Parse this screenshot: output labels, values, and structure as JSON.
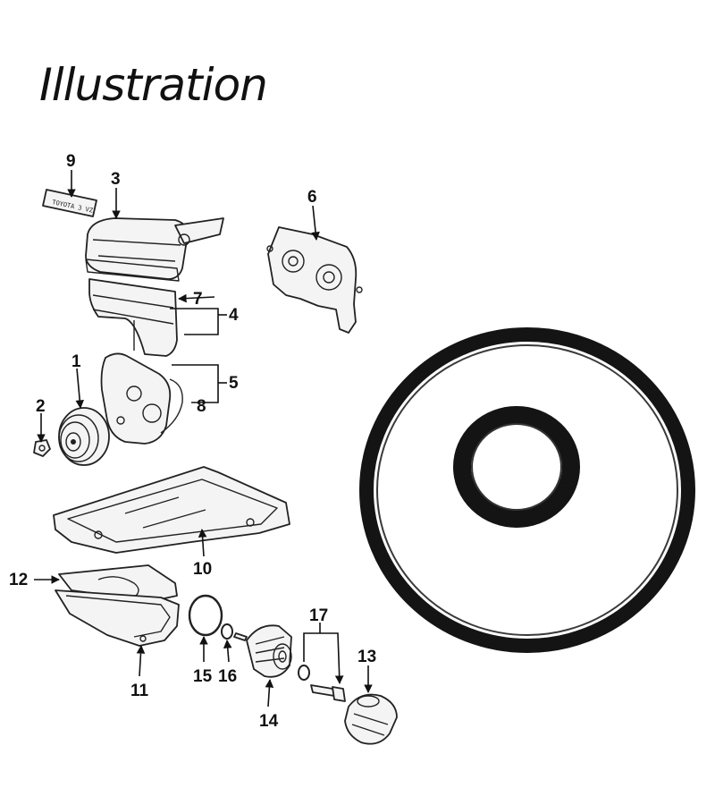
{
  "title": "Illustration",
  "plate_tag_text": "TOYOTA 3 VZ",
  "callouts": [
    "1",
    "2",
    "3",
    "4",
    "5",
    "6",
    "7",
    "8",
    "9",
    "10",
    "11",
    "12",
    "13",
    "14",
    "15",
    "16",
    "17"
  ],
  "colors": {
    "ink": "#111111",
    "seal": "#141414",
    "paper": "#ffffff"
  }
}
